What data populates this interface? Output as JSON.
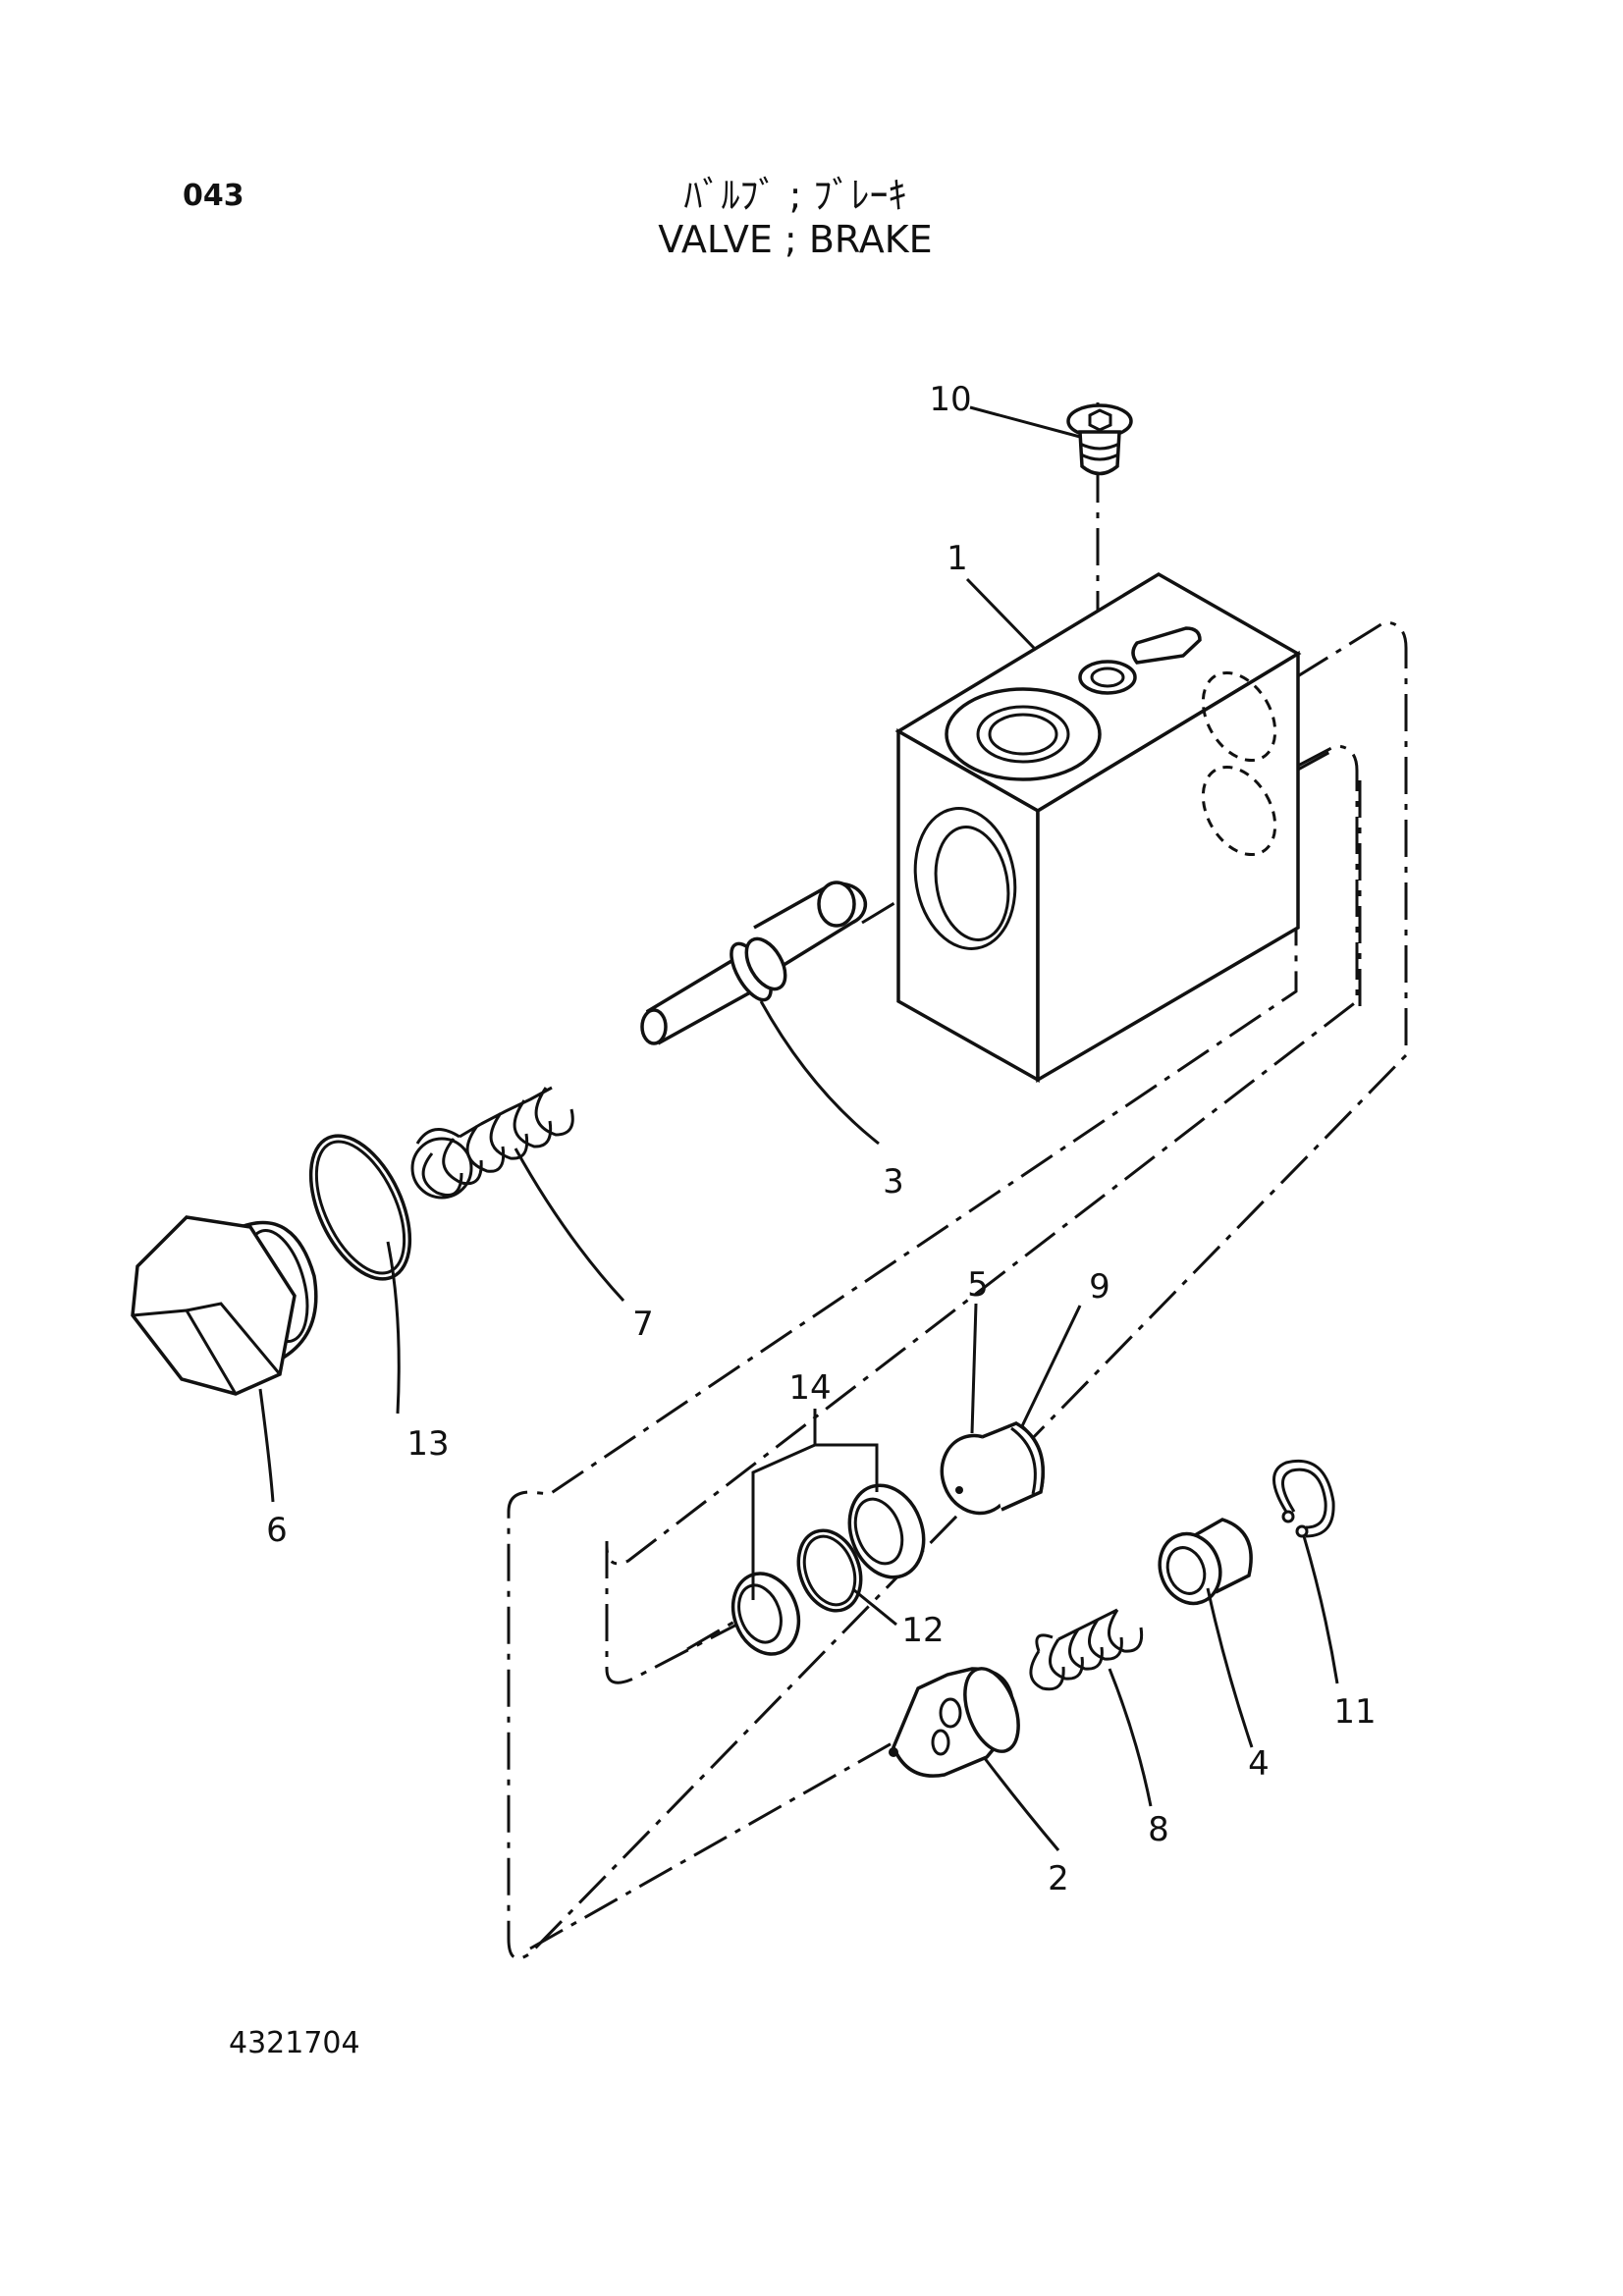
{
  "header": {
    "page_number": "043",
    "title_jp": "ﾊﾞﾙﾌﾞ ; ﾌﾞﾚｰｷ",
    "title_en": "VALVE ; BRAKE"
  },
  "footer": {
    "drawing_number": "4321704"
  },
  "callouts": {
    "c1": "1",
    "c2": "2",
    "c3": "3",
    "c4": "4",
    "c5": "5",
    "c6": "6",
    "c7": "7",
    "c8": "8",
    "c9": "9",
    "c10": "10",
    "c11": "11",
    "c12": "12",
    "c13": "13",
    "c14": "14"
  }
}
